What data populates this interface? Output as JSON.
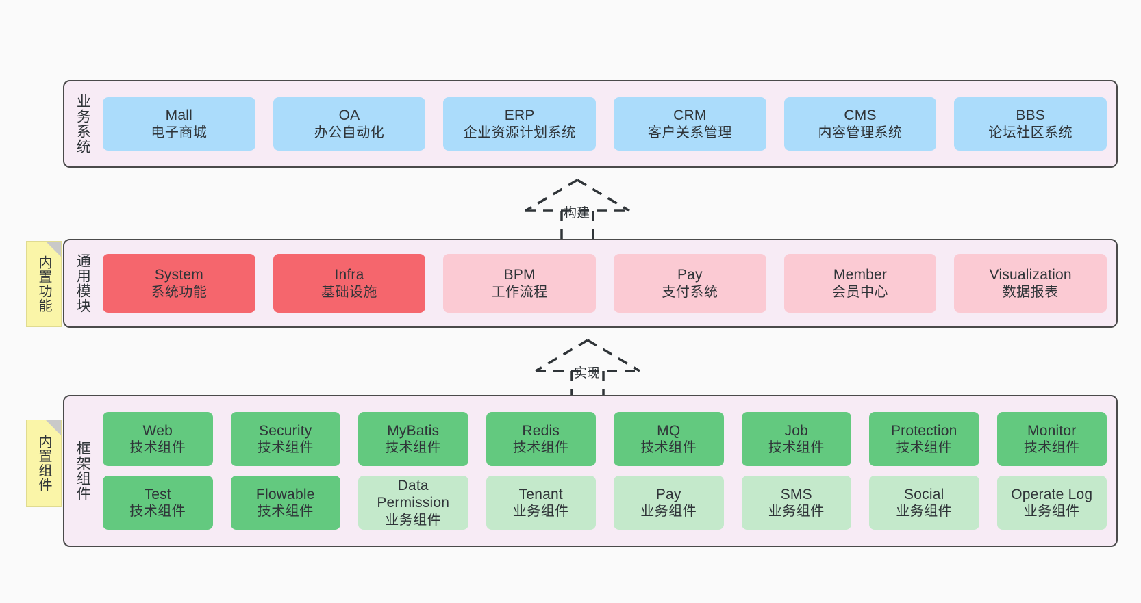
{
  "meta": {
    "background_color": "#FAFAFA",
    "layer_bg": "#F7EBF5",
    "layer_border": "#4A4A4A",
    "sticky_color": "#FAF5A8",
    "blue": "#ABDCFB",
    "red_strong": "#F5666D",
    "red_light": "#FBCAD3",
    "green_strong": "#63C97F",
    "green_light": "#C4E9CB"
  },
  "layers": [
    {
      "id": "business-system",
      "title": "业务系统",
      "rows": [
        {
          "nodes": [
            {
              "en": "Mall",
              "cn": "电子商城",
              "color": "#ABDCFB"
            },
            {
              "en": "OA",
              "cn": "办公自动化",
              "color": "#ABDCFB"
            },
            {
              "en": "ERP",
              "cn": "企业资源计划系统",
              "color": "#ABDCFB"
            },
            {
              "en": "CRM",
              "cn": "客户关系管理",
              "color": "#ABDCFB"
            },
            {
              "en": "CMS",
              "cn": "内容管理系统",
              "color": "#ABDCFB"
            },
            {
              "en": "BBS",
              "cn": "论坛社区系统",
              "color": "#ABDCFB"
            }
          ]
        }
      ]
    },
    {
      "id": "common-module",
      "title": "通用模块",
      "sticky": "内置功能",
      "rows": [
        {
          "nodes": [
            {
              "en": "System",
              "cn": "系统功能",
              "color": "#F5666D"
            },
            {
              "en": "Infra",
              "cn": "基础设施",
              "color": "#F5666D"
            },
            {
              "en": "BPM",
              "cn": "工作流程",
              "color": "#FBCAD3"
            },
            {
              "en": "Pay",
              "cn": "支付系统",
              "color": "#FBCAD3"
            },
            {
              "en": "Member",
              "cn": "会员中心",
              "color": "#FBCAD3"
            },
            {
              "en": "Visualization",
              "cn": "数据报表",
              "color": "#FBCAD3"
            }
          ]
        }
      ]
    },
    {
      "id": "framework-component",
      "title": "框架组件",
      "sticky": "内置组件",
      "rows": [
        {
          "nodes": [
            {
              "en": "Web",
              "cn": "技术组件",
              "color": "#63C97F"
            },
            {
              "en": "Security",
              "cn": "技术组件",
              "color": "#63C97F"
            },
            {
              "en": "MyBatis",
              "cn": "技术组件",
              "color": "#63C97F"
            },
            {
              "en": "Redis",
              "cn": "技术组件",
              "color": "#63C97F"
            },
            {
              "en": "MQ",
              "cn": "技术组件",
              "color": "#63C97F"
            },
            {
              "en": "Job",
              "cn": "技术组件",
              "color": "#63C97F"
            },
            {
              "en": "Protection",
              "cn": "技术组件",
              "color": "#63C97F"
            },
            {
              "en": "Monitor",
              "cn": "技术组件",
              "color": "#63C97F"
            }
          ]
        },
        {
          "nodes": [
            {
              "en": "Test",
              "cn": "技术组件",
              "color": "#63C97F"
            },
            {
              "en": "Flowable",
              "cn": "技术组件",
              "color": "#63C97F"
            },
            {
              "en": "Data Permission",
              "cn": "业务组件",
              "color": "#C4E9CB"
            },
            {
              "en": "Tenant",
              "cn": "业务组件",
              "color": "#C4E9CB"
            },
            {
              "en": "Pay",
              "cn": "业务组件",
              "color": "#C4E9CB"
            },
            {
              "en": "SMS",
              "cn": "业务组件",
              "color": "#C4E9CB"
            },
            {
              "en": "Social",
              "cn": "业务组件",
              "color": "#C4E9CB"
            },
            {
              "en": "Operate Log",
              "cn": "业务组件",
              "color": "#C4E9CB"
            }
          ]
        }
      ]
    }
  ],
  "connectors": [
    {
      "id": "build",
      "label": "构建"
    },
    {
      "id": "implement",
      "label": "实现"
    }
  ]
}
